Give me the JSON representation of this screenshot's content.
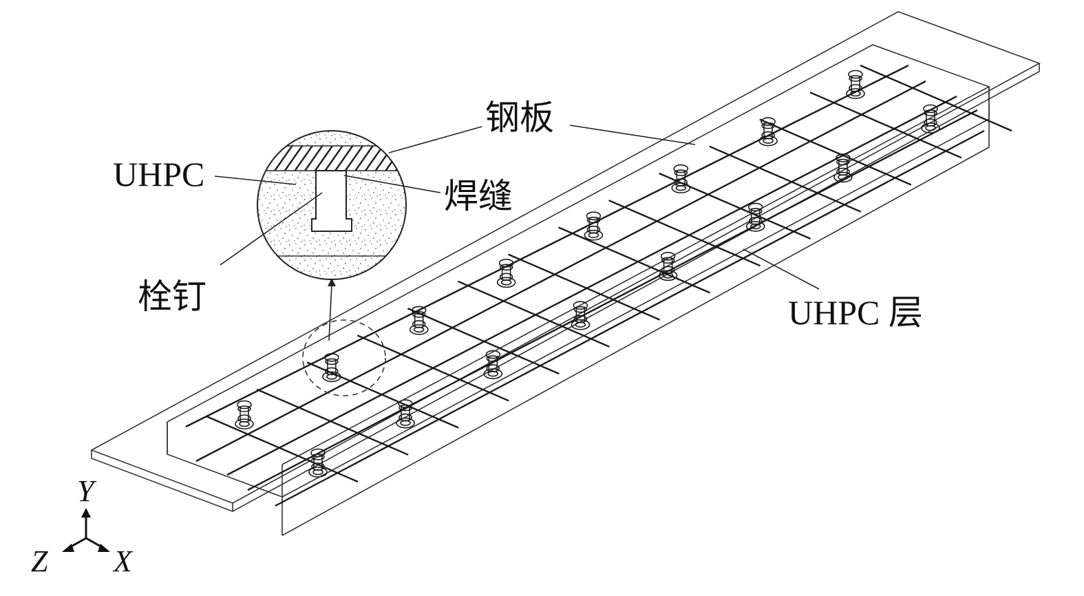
{
  "labels": {
    "steel_plate": "钢板",
    "uhpc": "UHPC",
    "weld": "焊缝",
    "stud": "栓钉",
    "uhpc_layer": "UHPC 层"
  },
  "axes": {
    "y": "Y",
    "z": "Z",
    "x": "X"
  },
  "colors": {
    "line": "#1a1a1a",
    "hatch": "#333333",
    "background": "#ffffff"
  }
}
